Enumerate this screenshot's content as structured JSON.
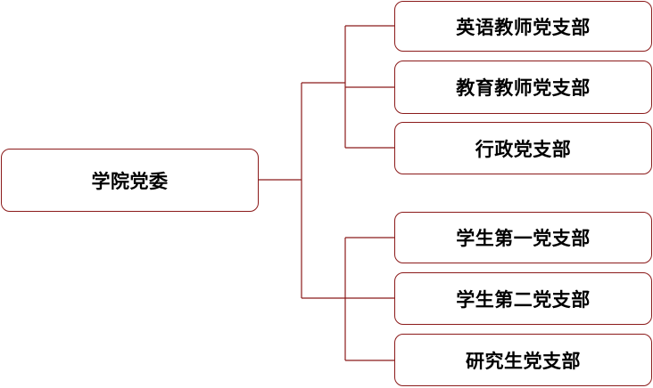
{
  "diagram": {
    "root": {
      "label": "学院党委"
    },
    "groups": [
      {
        "children": [
          {
            "label": "英语教师党支部"
          },
          {
            "label": "教育教师党支部"
          },
          {
            "label": "行政党支部"
          }
        ]
      },
      {
        "children": [
          {
            "label": "学生第一党支部"
          },
          {
            "label": "学生第二党支部"
          },
          {
            "label": "研究生党支部"
          }
        ]
      }
    ],
    "colors": {
      "border": "#8b1a1a",
      "connector": "#8b1a1a",
      "text": "#000000",
      "background": "#ffffff"
    }
  }
}
